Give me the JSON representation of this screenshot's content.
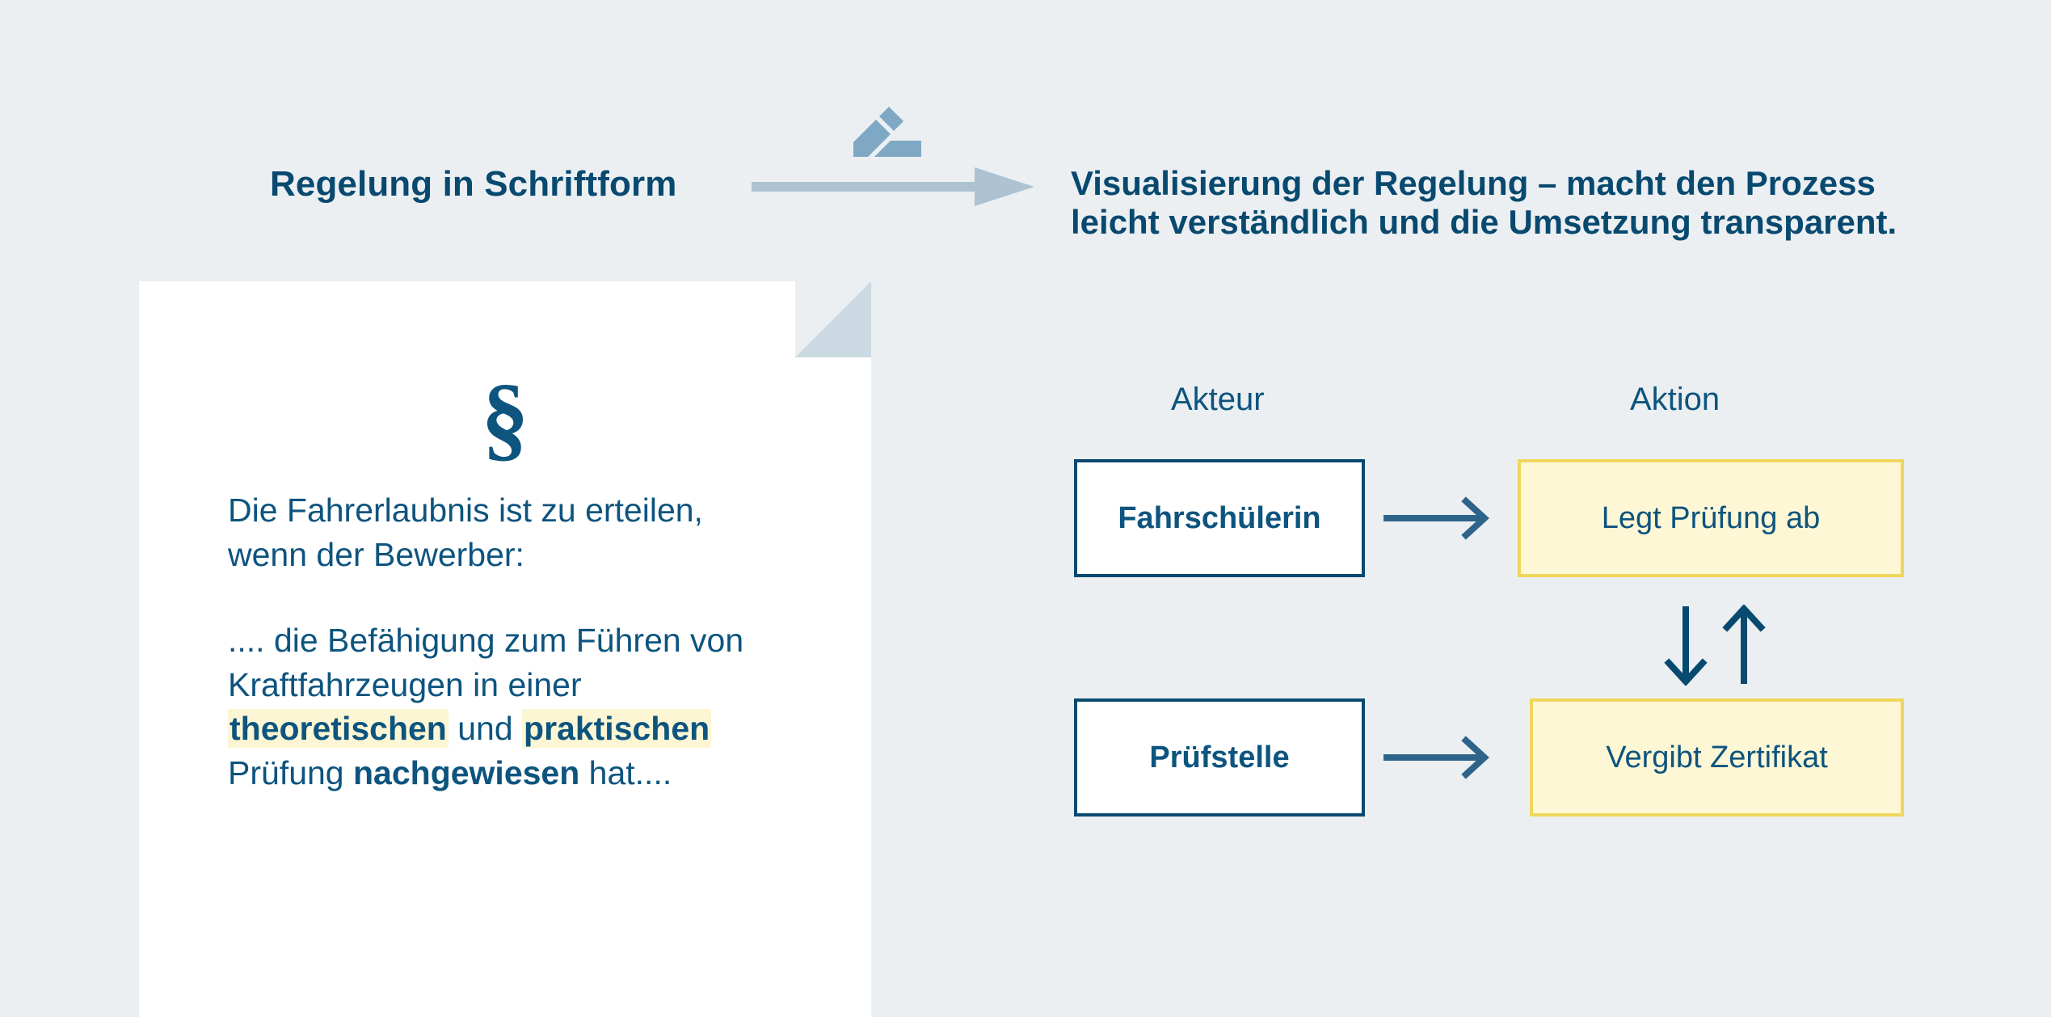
{
  "colors": {
    "background": "#ebeff2",
    "navy": "#08496f",
    "text_blue": "#0d547e",
    "steel_blue": "#7fa8c4",
    "arrow_gray_blue": "#aec3d1",
    "fold_gray": "#cbd9e2",
    "highlight_yellow": "#fdf6d4",
    "action_fill": "#fdf7d5",
    "action_border": "#f0d65c",
    "arrow_steel": "#2e6489"
  },
  "left": {
    "label": "Regelung in Schriftform",
    "icon": "pencil-edit-icon"
  },
  "transition": {
    "arrow": "right-arrow-large"
  },
  "right": {
    "heading_line_1": "Visualisierung der Regelung – macht den Prozess",
    "heading_line_2": "leicht verständlich und die Umsetzung transparent."
  },
  "document": {
    "symbol": "§",
    "paragraph_1": {
      "line_1": "Die Fahrerlaubnis ist zu erteilen,",
      "line_2": "wenn der Bewerber:"
    },
    "paragraph_2": {
      "prefix": ".... die Befähigung zum Führen von",
      "line_2": "Kraftfahrzeugen in einer",
      "highlight_1": "theoretischen",
      "between": " und ",
      "highlight_2": "praktischen",
      "line_4_prefix": "Prüfung ",
      "bold_word": "nachgewiesen",
      "line_4_suffix": " hat...."
    }
  },
  "flow": {
    "headers": {
      "actor": "Akteur",
      "action": "Aktion"
    },
    "rows": [
      {
        "actor": "Fahrschülerin",
        "action": "Legt Prüfung ab",
        "connector": "right-arrow-icon"
      },
      {
        "actor": "Prüfstelle",
        "action": "Vergibt Zertifikat",
        "connector": "right-arrow-icon"
      }
    ],
    "vertical_connectors": {
      "down": "arrow-down-icon",
      "up": "arrow-up-icon"
    }
  }
}
